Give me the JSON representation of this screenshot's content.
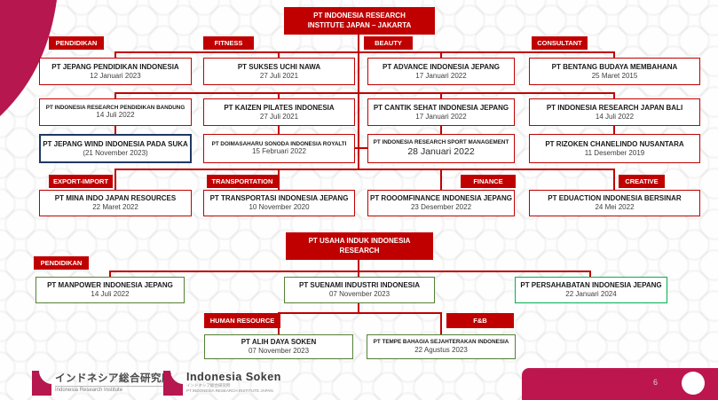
{
  "colors": {
    "box_red": "#C00000",
    "navy": "#1F3864",
    "green": "#538135",
    "teal": "#00B050",
    "crimson_accent": "#BD164F"
  },
  "org_top": {
    "root_line1": "PT INDONESIA RESEARCH",
    "root_line2": "INSTITUTE JAPAN – JAKARTA",
    "categories_row1": [
      "PENDIDIKAN",
      "FITNESS",
      "BEAUTY",
      "CONSULTANT"
    ],
    "columns": [
      {
        "boxes": [
          {
            "name": "PT JEPANG PENDIDIKAN INDONESIA",
            "date": "12 Januari 2023"
          },
          {
            "name": "PT INDONESIA RESEARCH PENDIDIKAN BANDUNG",
            "date": "14 Juli 2022"
          },
          {
            "name": "PT JEPANG WIND INDONESIA PADA SUKA",
            "date": "(21 November 2023)"
          }
        ]
      },
      {
        "boxes": [
          {
            "name": "PT SUKSES UCHI NAWA",
            "date": "27 Juli 2021"
          },
          {
            "name": "PT KAIZEN PILATES INDONESIA",
            "date": "27 Juli 2021"
          },
          {
            "name": "PT DOIMASAHARU SONODA INDONESIA ROYALTI",
            "date": "15 Februari 2022"
          }
        ]
      },
      {
        "boxes": [
          {
            "name": "PT ADVANCE INDONESIA JEPANG",
            "date": "17 Januari 2022"
          },
          {
            "name": "PT CANTIK SEHAT INDONESIA JEPANG",
            "date": "17 Januari 2022"
          },
          {
            "name": "PT INDONESIA RESEARCH SPORT MANAGEMENT",
            "date": "28 Januari 2022"
          }
        ]
      },
      {
        "boxes": [
          {
            "name": "PT BENTANG BUDAYA MEMBAHANA",
            "date": "25 Maret 2015"
          },
          {
            "name": "PT INDONESIA RESEARCH JAPAN BALI",
            "date": "14 Juli 2022"
          },
          {
            "name": "PT RIZOKEN CHANELINDO NUSANTARA",
            "date": "11 Desember 2019"
          }
        ]
      }
    ],
    "categories_row2": [
      "EXPORT-IMPORT",
      "TRANSPORTATION",
      "FINANCE",
      "CREATIVE"
    ],
    "row4": [
      {
        "name": "PT MINA INDO JAPAN RESOURCES",
        "date": "22 Maret 2022"
      },
      {
        "name": "PT TRANSPORTASI INDONESIA JEPANG",
        "date": "10 November 2020"
      },
      {
        "name": "PT ROOOMFINANCE INDONESIA JEPANG",
        "date": "23 Desember 2022"
      },
      {
        "name": "PT EDUACTION INDONESIA BERSINAR",
        "date": "24 Mei 2022"
      }
    ]
  },
  "org_bottom": {
    "root_line1": "PT USAHA INDUK INDONESIA",
    "root_line2": "RESEARCH",
    "category": "PENDIDIKAN",
    "boxes": [
      {
        "name": "PT MANPOWER INDONESIA JEPANG",
        "date": "14 Juli 2022"
      },
      {
        "name": "PT SUENAMI INDUSTRI INDONESIA",
        "date": "07 November 2023"
      },
      {
        "name": "PT PERSAHABATAN INDONESIA JEPANG",
        "date": "22 Januari 2024"
      }
    ],
    "sub_categories": [
      "HUMAN RESOURCE",
      "F&B"
    ],
    "sub_boxes": [
      {
        "name": "PT ALIH DAYA SOKEN",
        "date": "07 November 2023"
      },
      {
        "name": "PT TEMPE BAHAGIA SEJAHTERAKAN INDONESIA",
        "date": "22 Agustus 2023"
      }
    ]
  },
  "footer": {
    "logo1_jp": "インドネシア総合研究所",
    "logo1_en": "Indonesia Research Institute",
    "logo2_main": "Indonesia Soken",
    "logo2_sub1": "インドネシア総合研究所",
    "logo2_sub2": "PT INDONESIA RESEARCH INSTITUTE JAPAN",
    "page_number": "6"
  }
}
